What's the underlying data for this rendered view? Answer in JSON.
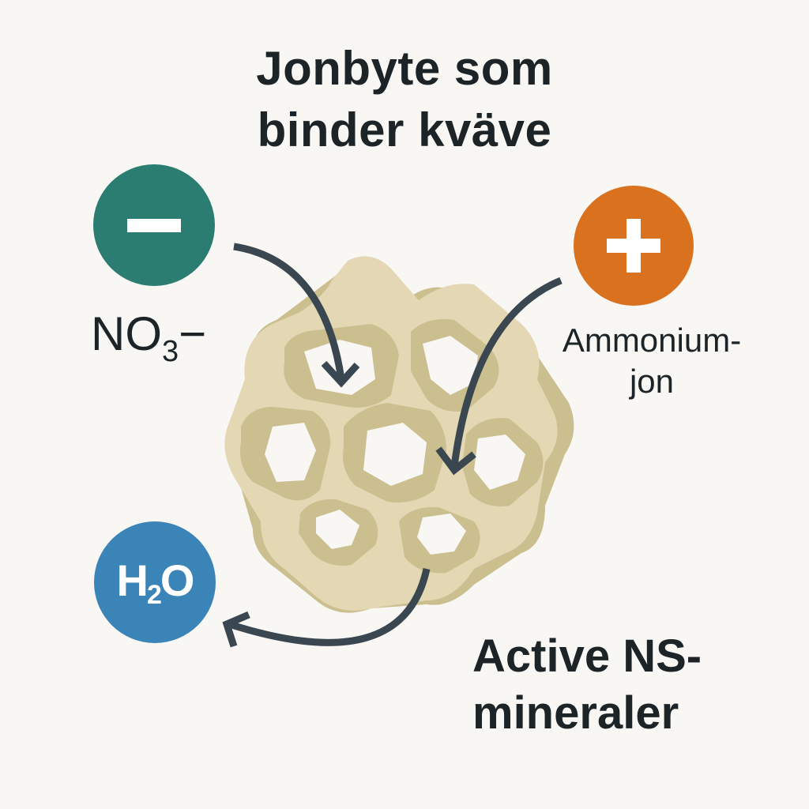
{
  "title": {
    "line1": "Jonbyte som",
    "line2": "binder kväve"
  },
  "ions": {
    "nitrate": {
      "symbol": "minus-icon",
      "label_main": "NO",
      "label_sub": "3",
      "label_sup": "−",
      "color": "#2b7c71"
    },
    "ammonium": {
      "symbol": "plus-icon",
      "label_line1": "Ammonium-",
      "label_line2": "jon",
      "color": "#d9711f"
    },
    "water": {
      "text_main": "H",
      "text_sub": "2",
      "text_end": "O",
      "color": "#3b84b8"
    }
  },
  "mineral": {
    "label_line1": "Active NS-",
    "label_line2": "mineraler",
    "color_light": "#e3d7b4",
    "color_dark": "#c9bd8c"
  },
  "arrows": {
    "color": "#3a4750",
    "items": [
      "nitrate-to-mineral",
      "ammonium-to-mineral",
      "mineral-to-water"
    ]
  }
}
